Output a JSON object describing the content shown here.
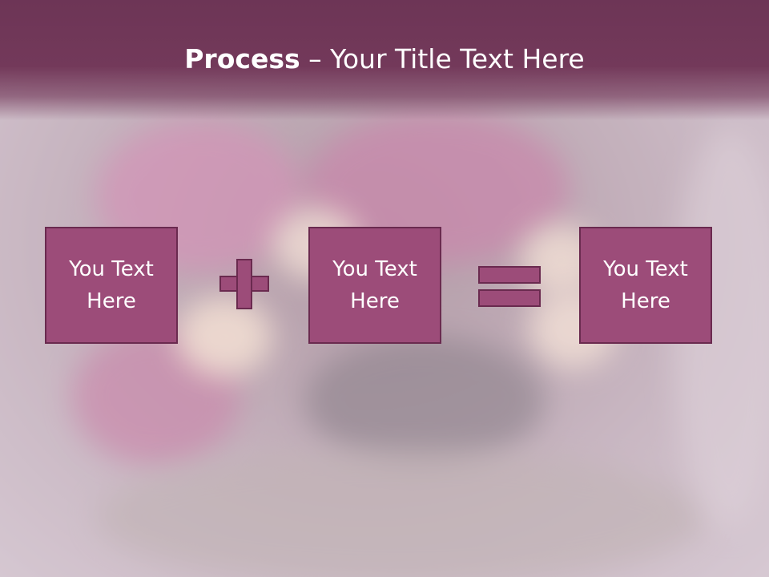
{
  "slide": {
    "title_bold": "Process",
    "title_rest": " – Your Title Text Here"
  },
  "process": {
    "boxes": [
      {
        "line1": "You Text",
        "line2": "Here"
      },
      {
        "line1": "You Text",
        "line2": "Here"
      },
      {
        "line1": "You Text",
        "line2": "Here"
      }
    ],
    "operators": [
      "plus-icon",
      "equals-icon"
    ]
  },
  "colors": {
    "title_band": "#73395a",
    "box_fill": "#9c4c79",
    "box_border": "#6a2a4f",
    "text": "#ffffff"
  }
}
